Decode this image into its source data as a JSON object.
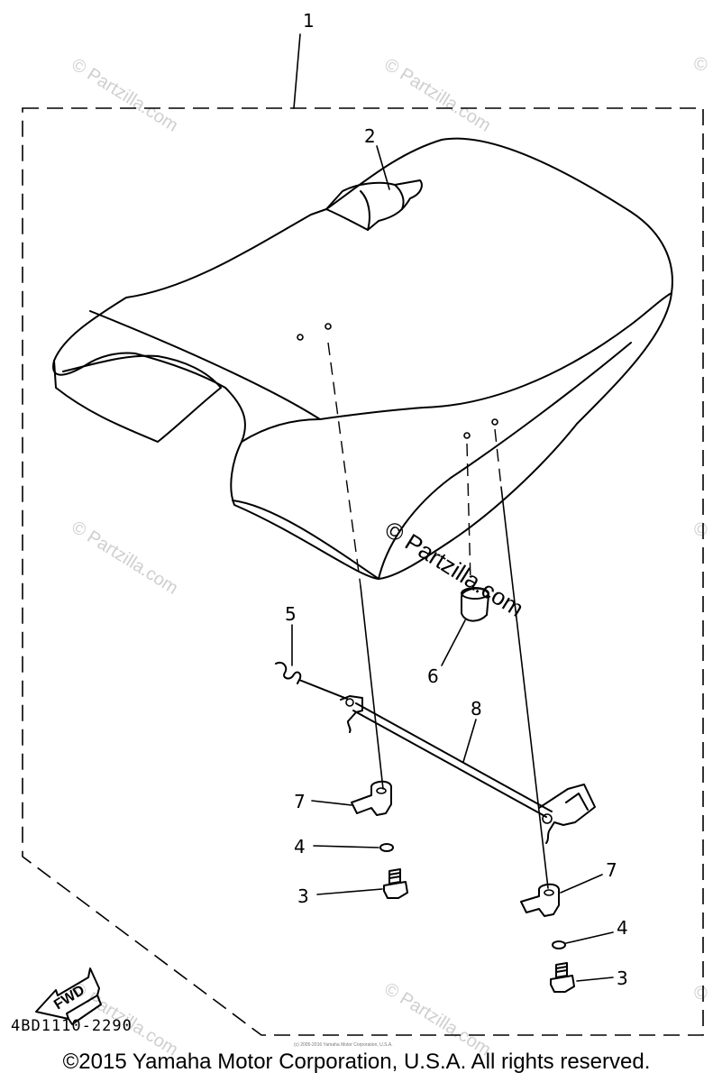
{
  "diagram": {
    "callouts": [
      {
        "id": "c1",
        "label": "1"
      },
      {
        "id": "c2",
        "label": "2"
      },
      {
        "id": "c3a",
        "label": "3"
      },
      {
        "id": "c3b",
        "label": "3"
      },
      {
        "id": "c4a",
        "label": "4"
      },
      {
        "id": "c4b",
        "label": "4"
      },
      {
        "id": "c5",
        "label": "5"
      },
      {
        "id": "c6",
        "label": "6"
      },
      {
        "id": "c7a",
        "label": "7"
      },
      {
        "id": "c7b",
        "label": "7"
      },
      {
        "id": "c8",
        "label": "8"
      }
    ],
    "fwd_label": "FWD",
    "part_code": "4BD1110-2290",
    "watermark": "© Partzilla.com",
    "watermark_small": "©",
    "tiny_notice": "(c) 2005-2016 Yamaha Motor Corporation, U.S.A.",
    "copyright": "©2015 Yamaha Motor Corporation, U.S.A. All rights reserved."
  }
}
